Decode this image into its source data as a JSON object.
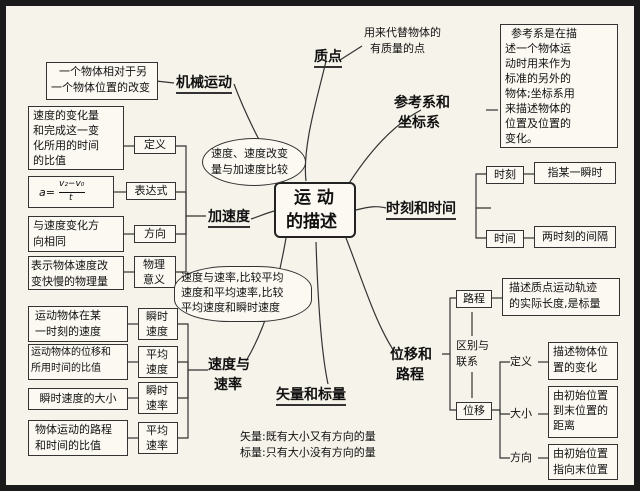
{
  "center": {
    "line1": "运 动",
    "line2": "的描述"
  },
  "topics": {
    "point_mass": "质点",
    "mechanical_motion": "机械运动",
    "reference_frame": {
      "line1": "参考系和",
      "line2": "坐标系"
    },
    "time": "时刻和时间",
    "acceleration": "加速度",
    "displacement": {
      "line1": "位移和",
      "line2": "路程"
    },
    "speed": {
      "line1": "速度与",
      "line2": "速率"
    },
    "vector_scalar": "矢量和标量"
  },
  "point_mass_def": [
    "用来代替物体的",
    "有质量的点"
  ],
  "mechanical_motion_def": [
    "一个物体相对于另",
    "一个物体位置的改变"
  ],
  "reference_frame_def": [
    "参考系是在描",
    "述一个物体运",
    "动时用来作为",
    "标准的另外的",
    "物体;坐标系用",
    "来描述物体的",
    "位置及位置的",
    "变化。"
  ],
  "time": {
    "moment_label": "时刻",
    "moment_def": "指某一瞬时",
    "interval_label": "时间",
    "interval_def": "两时刻的间隔"
  },
  "acceleration": {
    "cloud": [
      "速度、速度改变",
      "量与加速度比较"
    ],
    "def_label": "定义",
    "def_text": [
      "速度的变化量",
      "和完成这一变",
      "化所用的时间",
      "的比值"
    ],
    "formula_label": "表达式",
    "formula_text": "a=(v₂−v₀)/t",
    "formula_lhs": "a=",
    "formula_num": "v₂−v₀",
    "formula_den": "t",
    "direction_label": "方向",
    "direction_text": [
      "与速度变化方",
      "向相同"
    ],
    "physical_label": [
      "物理",
      "意义"
    ],
    "physical_text": [
      "表示物体速度改",
      "变快慢的物理量"
    ]
  },
  "speed": {
    "cloud": [
      "速度与速率,比较平均",
      "速度和平均速率,比较",
      "平均速度和瞬时速度"
    ],
    "inst_v_label": [
      "瞬时",
      "速度"
    ],
    "inst_v_text": [
      "运动物体在某",
      "一时刻的速度"
    ],
    "avg_v_label": [
      "平均",
      "速度"
    ],
    "avg_v_text": [
      "运动物体的位移和",
      "所用时间的比值"
    ],
    "inst_s_label": [
      "瞬时",
      "速率"
    ],
    "inst_s_text": "瞬时速度的大小",
    "avg_s_label": [
      "平均",
      "速率"
    ],
    "avg_s_text": [
      "物体运动的路程",
      "和时间的比值"
    ]
  },
  "displacement": {
    "path_label": "路程",
    "path_text": [
      "描述质点运动轨迹",
      "的实际长度,是标量"
    ],
    "diff_label": [
      "区别与",
      "联系"
    ],
    "disp_label": "位移",
    "def_label": "定义",
    "def_text": [
      "描述物体位",
      "置的变化"
    ],
    "mag_label": "大小",
    "mag_text": [
      "由初始位置",
      "到末位置的",
      "距离"
    ],
    "dir_label": "方向",
    "dir_text": [
      "由初始位置",
      "指向末位置"
    ]
  },
  "vector_scalar": {
    "vector": "矢量:既有大小又有方向的量",
    "scalar": "标量:只有大小没有方向的量"
  }
}
